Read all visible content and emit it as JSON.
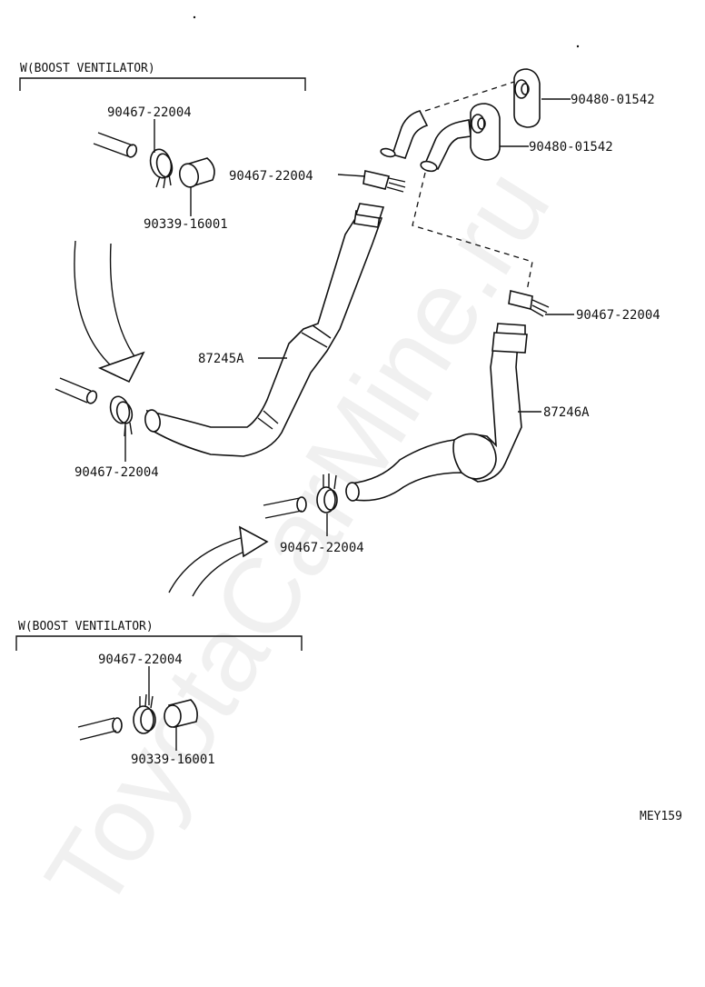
{
  "headers": {
    "top": "W(BOOST VENTILATOR)",
    "bottom": "W(BOOST VENTILATOR)"
  },
  "labels": {
    "top_clamp": "90467-22004",
    "top_plug": "90339-16001",
    "grommet_1": "90480-01542",
    "grommet_2": "90480-01542",
    "clamp_upper_mid": "90467-22004",
    "clamp_right": "90467-22004",
    "hose_left": "87245A",
    "hose_right": "87246A",
    "clamp_left_low": "90467-22004",
    "clamp_mid_low": "90467-22004",
    "bottom_clamp": "90467-22004",
    "bottom_plug": "90339-16001"
  },
  "diagram_code": "MEY159",
  "watermark": "ToyotaCarMine.ru"
}
